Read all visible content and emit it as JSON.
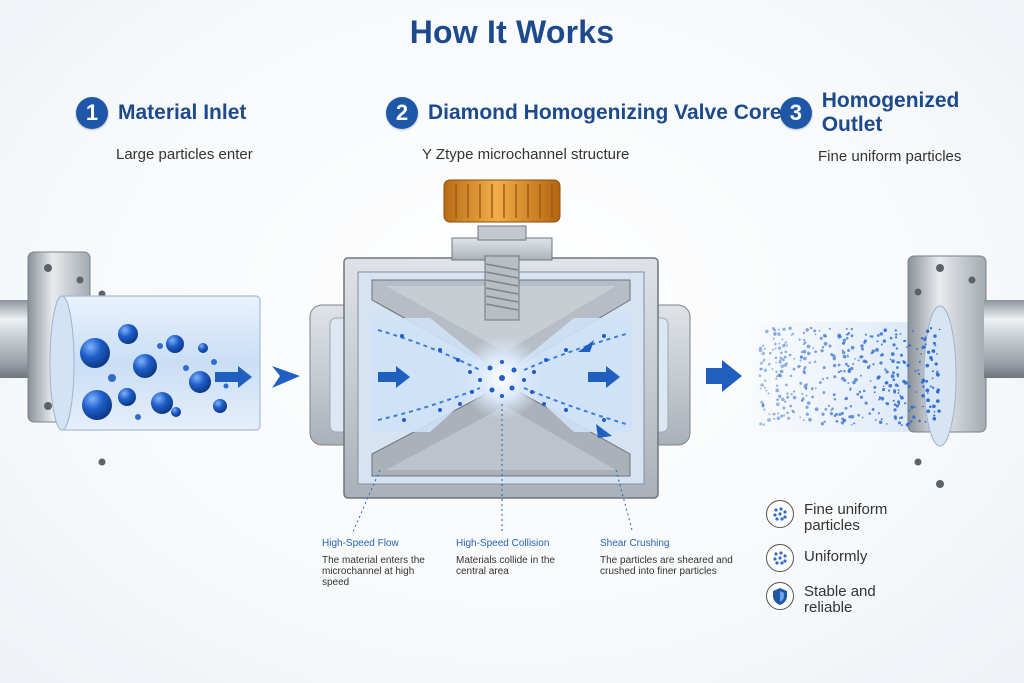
{
  "title": "How It Works",
  "steps": [
    {
      "number": "1",
      "label": "Material Inlet",
      "subtitle": "Large particles enter"
    },
    {
      "number": "2",
      "label": "Diamond Homogenizing Valve Core",
      "subtitle": "Y Ztype microchannel structure"
    },
    {
      "number": "3",
      "label": "Homogenized Outlet",
      "subtitle": "Fine uniform particles"
    }
  ],
  "annotations": [
    {
      "heading": "High-Speed Flow",
      "text": "The material enters the microchannel at high speed"
    },
    {
      "heading": "High-Speed Collision",
      "text": "Materials collide in the central area"
    },
    {
      "heading": "Shear Crushing",
      "text": "The particles are sheared and crushed into finer particles"
    }
  ],
  "features": [
    {
      "label": "Fine uniform particles",
      "icon": "dots-circle-icon"
    },
    {
      "label": "Uniformly",
      "icon": "dots-circle-icon"
    },
    {
      "label": "Stable and reliable",
      "icon": "shield-icon"
    }
  ],
  "colors": {
    "title": "#1c4a8d",
    "badge": "#1f57a8",
    "arrow": "#1f5fc0",
    "particle": "#1e5ec8",
    "knob": "#e0902a",
    "steel": "#c9ced4"
  }
}
